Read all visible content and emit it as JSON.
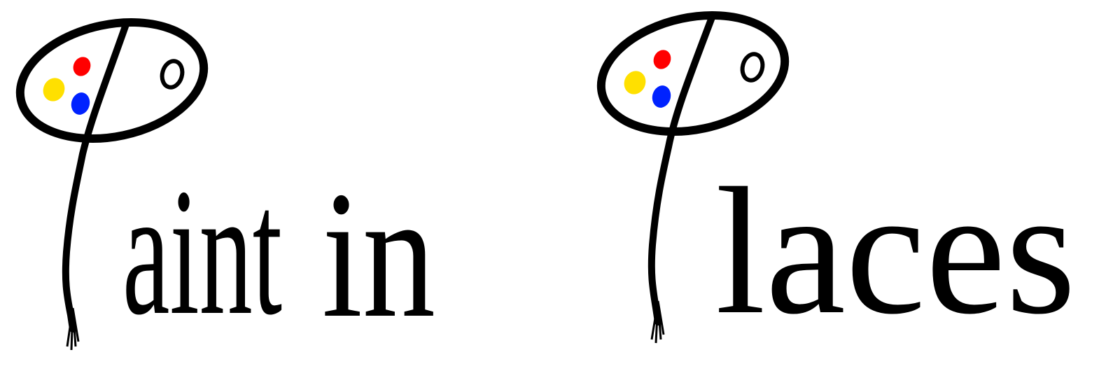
{
  "logo": {
    "title": "Paint in Places",
    "words": [
      "aint",
      "in",
      "laces"
    ],
    "colors": {
      "ink": "#000000",
      "paint_red": "#ff0000",
      "paint_yellow": "#ffe000",
      "paint_blue": "#0022ff",
      "background": "#ffffff"
    }
  }
}
